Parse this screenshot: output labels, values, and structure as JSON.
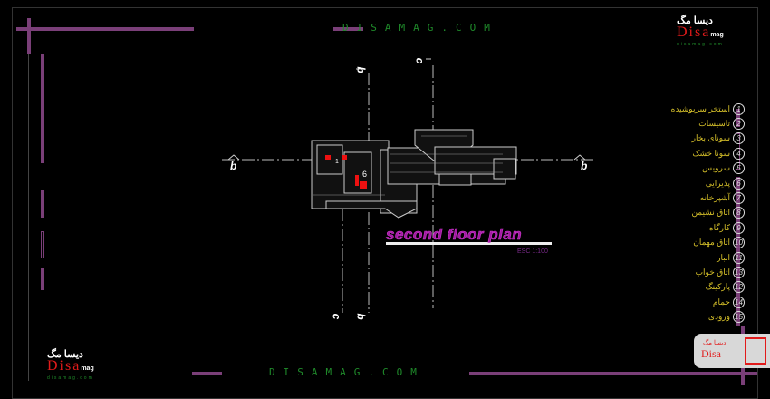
{
  "header": {
    "site_text": "DISAMAG.COM"
  },
  "footer": {
    "site_text": "DISAMAG.COM"
  },
  "logo": {
    "fa": "دیسا مگ",
    "en": "Disa",
    "sub": "mag",
    "url": "disamag.com"
  },
  "drawing": {
    "title": "second floor plan",
    "scale": "ESC 1:100",
    "section_marks": {
      "b": "b",
      "c": "c"
    },
    "room_numbers": [
      "1",
      "6"
    ]
  },
  "legend": [
    {
      "num": "1",
      "label": "استخر سرپوشیده"
    },
    {
      "num": "2",
      "label": "تاسیسات"
    },
    {
      "num": "3",
      "label": "سونای بخار"
    },
    {
      "num": "4",
      "label": "سونا خشک"
    },
    {
      "num": "5",
      "label": "سرویس"
    },
    {
      "num": "6",
      "label": "پذیرایی"
    },
    {
      "num": "7",
      "label": "آشپزخانه"
    },
    {
      "num": "8",
      "label": "اتاق نشیمن"
    },
    {
      "num": "9",
      "label": "کارگاه"
    },
    {
      "num": "10",
      "label": "اتاق مهمان"
    },
    {
      "num": "11",
      "label": "انبار"
    },
    {
      "num": "13",
      "label": "اتاق خواب"
    },
    {
      "num": "12",
      "label": "پارکینگ"
    },
    {
      "num": "14",
      "label": "حمام"
    },
    {
      "num": "15",
      "label": "ورودی"
    }
  ],
  "colors": {
    "frame": "#7a3f78",
    "legend_text": "#d8c22a",
    "title": "#a01aa0",
    "site_text": "#1f8a2a"
  }
}
